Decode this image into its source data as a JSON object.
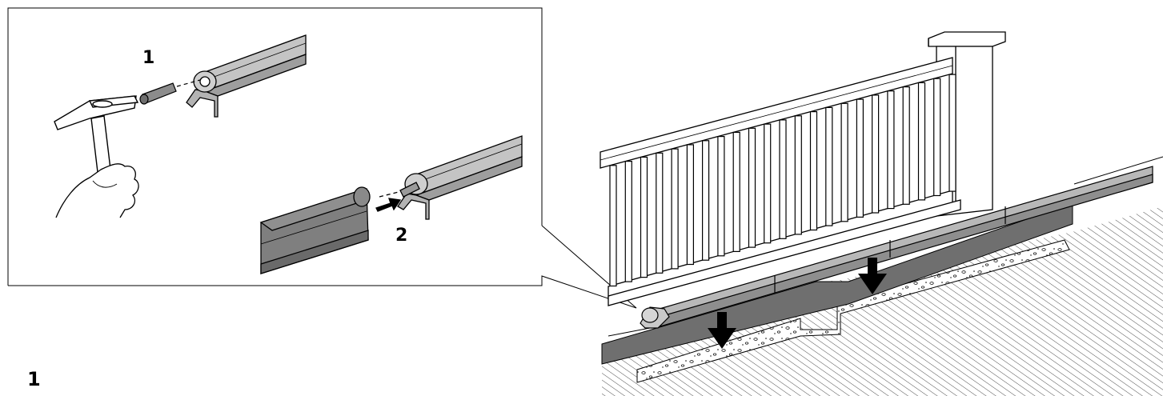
{
  "labels": {
    "step_one": "1",
    "step_two": "2",
    "figure_number": "1"
  },
  "colors": {
    "profile_light": "#bdbdbd",
    "profile_mid": "#a8a8a8",
    "profile_dark": "#7f7f7f",
    "road_dark": "#6f6f6f",
    "line": "#000000"
  },
  "icons": [
    "hammer-icon",
    "hand-icon",
    "dowel-icon",
    "arrow-right-icon",
    "arrow-down-icon"
  ]
}
